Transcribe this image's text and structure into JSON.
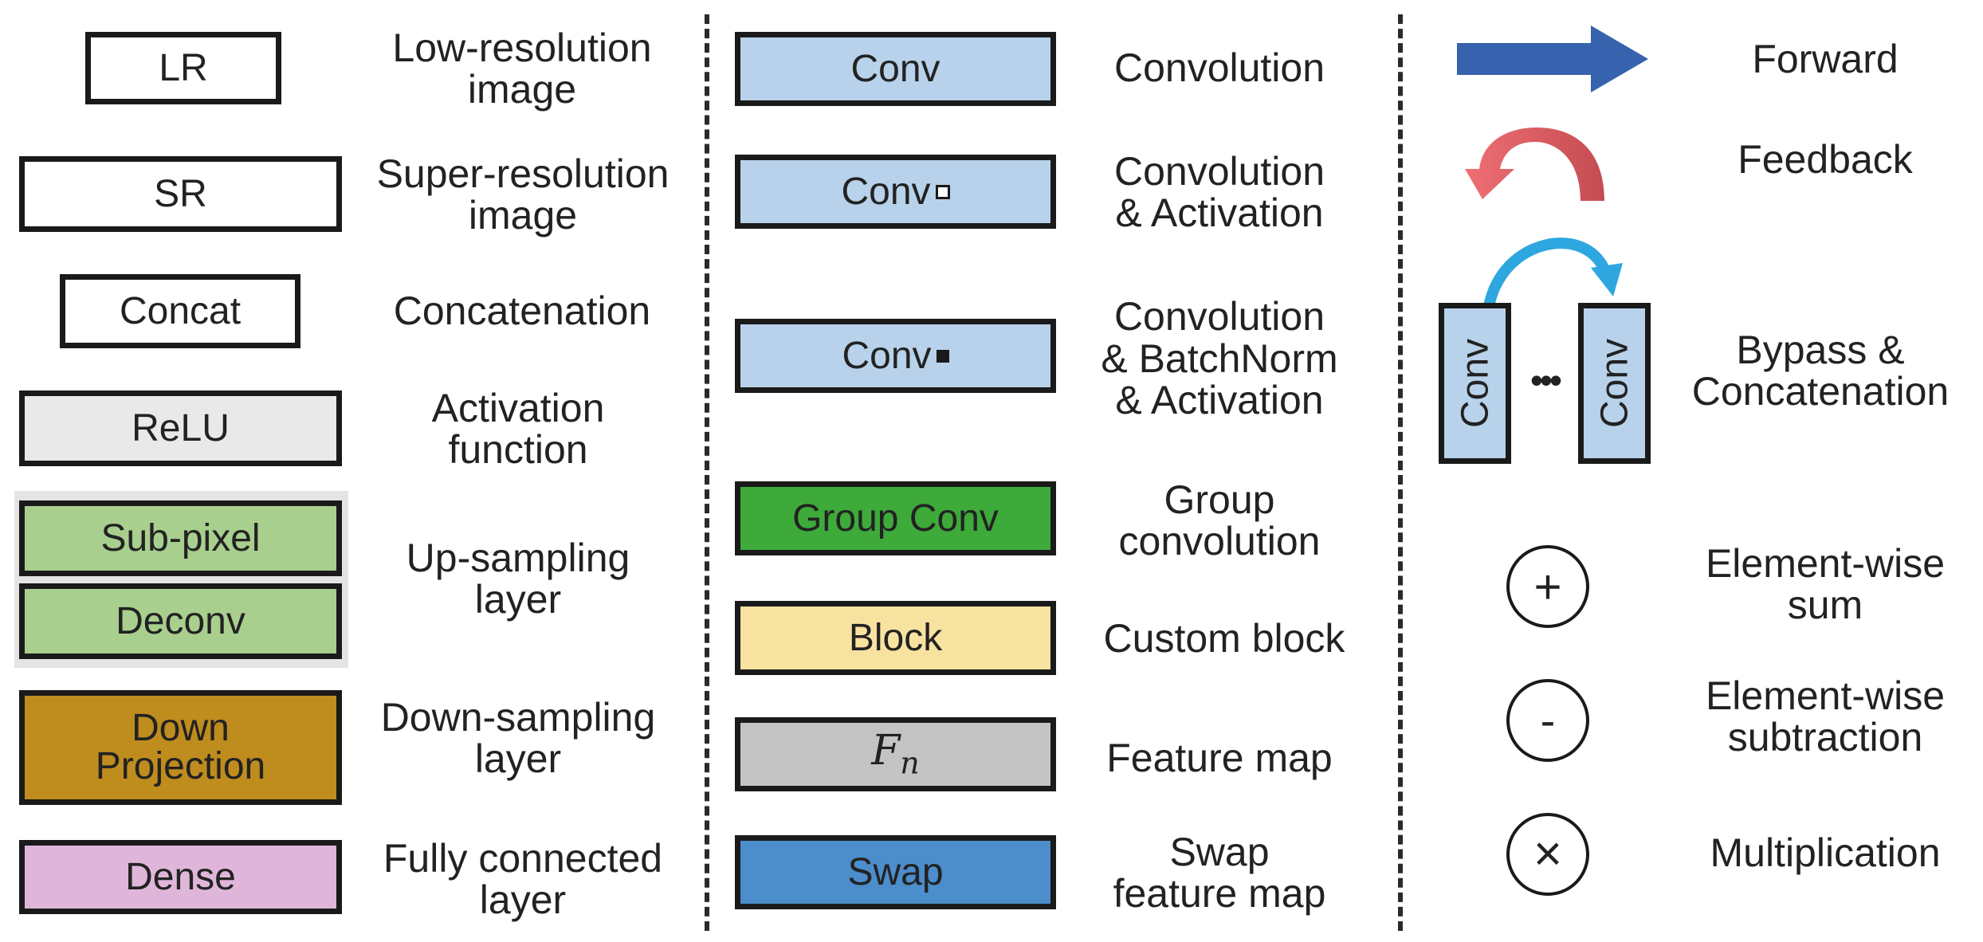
{
  "colors": {
    "white": "#ffffff",
    "relu_grey": "#e9e9e9",
    "upsample_green": "#a8cf8e",
    "down_projection_brown": "#bf8c1e",
    "dense_pink": "#dfb6d9",
    "conv_blue": "#b7d2ea",
    "group_conv_green": "#3daa3a",
    "block_yellow": "#f8e2a0",
    "feature_map_grey": "#c4c4c4",
    "swap_blue": "#4c8dcb",
    "forward_arrow": "#3762ad",
    "feedback_arrow": "#e0656a",
    "bypass_arrow": "#2ea6e0"
  },
  "col1": {
    "lr": {
      "box": "LR",
      "label": [
        "Low-resolution",
        "image"
      ]
    },
    "sr": {
      "box": "SR",
      "label": [
        "Super-resolution",
        "image"
      ]
    },
    "concat": {
      "box": "Concat",
      "label": [
        "Concatenation"
      ]
    },
    "relu": {
      "box": "ReLU",
      "label": [
        "Activation",
        "function"
      ]
    },
    "subpixel": {
      "box": "Sub-pixel"
    },
    "deconv": {
      "box": "Deconv"
    },
    "upsampling": {
      "label": [
        "Up-sampling",
        "layer"
      ]
    },
    "down_projection": {
      "box": [
        "Down",
        "Projection"
      ],
      "label": [
        "Down-sampling",
        "layer"
      ]
    },
    "dense": {
      "box": "Dense",
      "label": [
        "Fully connected",
        "layer"
      ]
    }
  },
  "col2": {
    "conv": {
      "box": "Conv",
      "label": [
        "Convolution"
      ]
    },
    "conv_act": {
      "box": "Conv",
      "label": [
        "Convolution",
        "& Activation"
      ]
    },
    "conv_bn_act": {
      "box": "Conv",
      "label": [
        "Convolution",
        "& BatchNorm",
        "& Activation"
      ]
    },
    "group_conv": {
      "box": "Group Conv",
      "label": [
        "Group",
        "convolution"
      ]
    },
    "block": {
      "box": "Block",
      "label": [
        "Custom block"
      ]
    },
    "feature_map": {
      "box_base": "F",
      "box_sub": "n",
      "label": [
        "Feature map"
      ]
    },
    "swap": {
      "box": "Swap",
      "label": [
        "Swap",
        "feature map"
      ]
    }
  },
  "col3": {
    "forward": {
      "icon": "right-arrow-icon",
      "label": "Forward"
    },
    "feedback": {
      "icon": "curved-feedback-arrow-icon",
      "label": "Feedback"
    },
    "bypass": {
      "box_left": "Conv",
      "box_right": "Conv",
      "dots": "•••",
      "icon": "curved-bypass-arrow-icon",
      "label": [
        "Bypass &",
        "Concatenation"
      ]
    },
    "sum": {
      "symbol": "+",
      "label": [
        "Element-wise",
        "sum"
      ]
    },
    "subtraction": {
      "symbol": "-",
      "label": [
        "Element-wise",
        "subtraction"
      ]
    },
    "multiplication": {
      "symbol": "×",
      "label": [
        "Multiplication"
      ]
    }
  }
}
